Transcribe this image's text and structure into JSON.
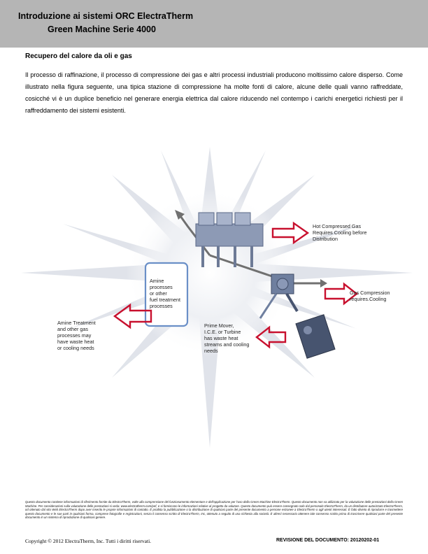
{
  "header": {
    "line1": "Introduzione ai sistemi ORC ElectraTherm",
    "line2": "Green Machine Serie 4000"
  },
  "section": {
    "title": "Recupero del calore da oli e gas",
    "body": "Il processo di raffinazione, il processo di compressione dei gas e altri processi industriali producono moltissimo calore disperso. Come illustrato nella figura seguente, una tipica stazione di compressione ha molte fonti di calore, alcune delle quali vanno raffreddate, cosicché vi è un duplice beneficio nel generare energia elettrica dal calore riducendo nel contempo i carichi energetici richiesti per il raffreddamento dei sistemi esistenti."
  },
  "diagram": {
    "hot_gas": [
      "Hot Compressed Gas",
      "Requires Cooling before",
      "Distribution"
    ],
    "gas_compression": [
      "Gas Compression",
      "requires.Cooling"
    ],
    "amine_box": [
      "Amine",
      "processes",
      "or other",
      "fuel treatment",
      "processes"
    ],
    "amine_treatment": [
      "Amine Treatment",
      "and other gas",
      "processes may",
      "have waste heat",
      "or cooling needs"
    ],
    "prime_mover": [
      "Prime Mover,",
      "I.C.E. or Turbine",
      "has waste heat",
      "streams and cooling",
      "needs"
    ],
    "colors": {
      "arrow_red": "#c8102e",
      "flow_gray": "#707070",
      "box_blue": "#6a8fc7"
    }
  },
  "footer": {
    "disclaimer": "Questo documento contiene informazioni di riferimento fornite da ElectraTherm, volte alla comprensione del funzionamento elementare e dell'applicazione per l'uso della Green Machine ElectraTherm. Questo documento non va utilizzato per la valutazione delle prestazioni della Green Machine. Per considerazioni sulla valutazione delle prestazioni si veda: www.electratherm.com/pef, e si forniscono le informazioni relative al progetto da valutare. Questo documento può essere consegnato solo dal personale ElectraTherm, da un distributore autorizzato ElectraTherm, od ottenuto dal sito Web ElectraTherm dopo aver inserito le proprie informazioni di contatto. È proibita la pubblicazione o la distribuzione di qualsiasi parte del presente documento a persone estranee a ElectraTherm o agli utenti interessati. È fatto divieto di riprodurre e trasmettere questo documento e le sue parti in qualsiasi forma, comprese fotografie e registrazioni, senza il consenso scritto di ElectraTherm, Inc, ottenuto a seguito di una richiesta alla società. È altresì necessario ottenere tale consenso scritto prima di trascrivere qualsiasi parte del presente documento in un sistema di riproduzione di qualsiasi genere.",
    "copyright": "Copyright © 2012 ElectraTherm, Inc. Tutti i diritti riservati.",
    "revision": "REVISIONE DEL DOCUMENTO: 20120202-01"
  }
}
